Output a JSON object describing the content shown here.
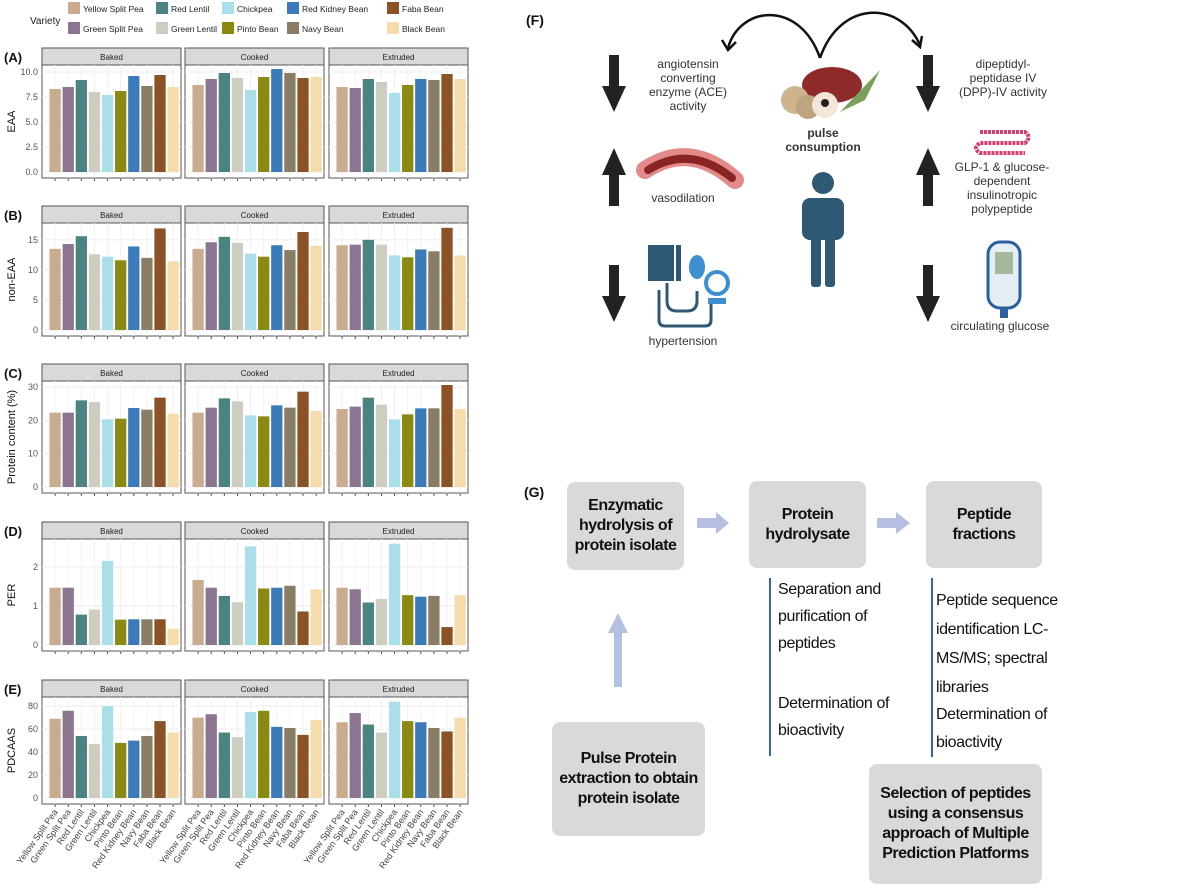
{
  "legend": {
    "title": "Variety",
    "varieties": [
      "Yellow Split Pea",
      "Green Split Pea",
      "Red Lentil",
      "Green Lentil",
      "Chickpea",
      "Pinto Bean",
      "Red Kidney Bean",
      "Navy Bean",
      "Faba Bean",
      "Black Bean"
    ],
    "colors": [
      "#c9ab8e",
      "#8b7590",
      "#4b8282",
      "#cfcdc2",
      "#a9dfe8",
      "#8a8a12",
      "#3b7bba",
      "#8a7d66",
      "#8b5226",
      "#f6dcab"
    ]
  },
  "chart_data": [
    {
      "panel": "(A)",
      "type": "bar",
      "ylabel": "EAA",
      "facets": [
        "Baked",
        "Cooked",
        "Extruded"
      ],
      "yticks": [
        "0.0",
        "2.5",
        "5.0",
        "7.5",
        "10.0"
      ],
      "ytick_values": [
        0,
        2.5,
        5,
        7.5,
        10
      ],
      "ylim": [
        0,
        10.7
      ],
      "grid": true,
      "series": [
        [
          8.3,
          8.5,
          9.2,
          8.0,
          7.7,
          8.1,
          9.6,
          8.6,
          9.7,
          8.5
        ],
        [
          8.7,
          9.3,
          9.9,
          9.4,
          8.2,
          9.5,
          10.3,
          9.9,
          9.4,
          9.5
        ],
        [
          8.5,
          8.4,
          9.3,
          9.0,
          7.9,
          8.7,
          9.3,
          9.2,
          9.8,
          9.3
        ]
      ]
    },
    {
      "panel": "(B)",
      "type": "bar",
      "ylabel": "non-EAA",
      "facets": [
        "Baked",
        "Cooked",
        "Extruded"
      ],
      "yticks": [
        "0",
        "5",
        "10",
        "15"
      ],
      "ytick_values": [
        0,
        5,
        10,
        15
      ],
      "ylim": [
        0,
        17.8
      ],
      "grid": true,
      "series": [
        [
          13.5,
          14.3,
          15.6,
          12.6,
          12.2,
          11.6,
          13.9,
          12.0,
          16.9,
          11.4
        ],
        [
          13.5,
          14.6,
          15.5,
          14.5,
          12.7,
          12.2,
          14.1,
          13.3,
          16.3,
          14.0
        ],
        [
          14.1,
          14.2,
          15.0,
          14.2,
          12.4,
          12.1,
          13.4,
          13.1,
          17.0,
          12.4
        ]
      ]
    },
    {
      "panel": "(C)",
      "type": "bar",
      "ylabel": "Protein content (%)",
      "facets": [
        "Baked",
        "Cooked",
        "Extruded"
      ],
      "yticks": [
        "0",
        "10",
        "20",
        "30"
      ],
      "ytick_values": [
        0,
        10,
        20,
        30
      ],
      "ylim": [
        0,
        31.8
      ],
      "grid": true,
      "series": [
        [
          22.3,
          22.3,
          26.0,
          25.5,
          20.3,
          20.5,
          23.7,
          23.2,
          26.8,
          22.0
        ],
        [
          22.3,
          23.8,
          26.6,
          25.7,
          21.5,
          21.2,
          24.5,
          23.8,
          28.6,
          22.8
        ],
        [
          23.4,
          24.1,
          26.8,
          24.7,
          20.3,
          21.8,
          23.6,
          23.6,
          30.6,
          23.4
        ]
      ]
    },
    {
      "panel": "(D)",
      "type": "bar",
      "ylabel": "PER",
      "facets": [
        "Baked",
        "Cooked",
        "Extruded"
      ],
      "yticks": [
        "0",
        "1",
        "2"
      ],
      "ytick_values": [
        0,
        1,
        2
      ],
      "ylim": [
        0,
        2.72
      ],
      "grid": true,
      "series": [
        [
          1.47,
          1.47,
          0.78,
          0.91,
          2.16,
          0.65,
          0.66,
          0.66,
          0.66,
          0.42
        ],
        [
          1.67,
          1.47,
          1.26,
          1.1,
          2.53,
          1.45,
          1.47,
          1.52,
          0.86,
          1.43
        ],
        [
          1.47,
          1.43,
          1.09,
          1.18,
          2.6,
          1.28,
          1.24,
          1.26,
          0.46,
          1.28
        ]
      ]
    },
    {
      "panel": "(E)",
      "type": "bar",
      "ylabel": "PDCAAS",
      "facets": [
        "Baked",
        "Cooked",
        "Extruded"
      ],
      "yticks": [
        "0",
        "20",
        "40",
        "60",
        "80"
      ],
      "ytick_values": [
        0,
        20,
        40,
        60,
        80
      ],
      "ylim": [
        0,
        88
      ],
      "grid": true,
      "series": [
        [
          69,
          76,
          54,
          47,
          80,
          48,
          50,
          54,
          67,
          57
        ],
        [
          70,
          73,
          57,
          53,
          75,
          76,
          62,
          61,
          55,
          68
        ],
        [
          66,
          74,
          64,
          57,
          84,
          67,
          66,
          61,
          58,
          70
        ]
      ]
    }
  ],
  "panel_f": {
    "label": "(F)",
    "center": "pulse consumption",
    "ace": "angiotensin converting enzyme (ACE) activity",
    "dpp": "dipeptidyl-peptidase IV (DPP)-IV activity",
    "vasodilation": "vasodilation",
    "glp": "GLP-1 & glucose-dependent insulinotropic polypeptide",
    "hypertension": "hypertension",
    "glucose": "circulating glucose",
    "icons": [
      "arrow-down-icon",
      "arrow-up-icon",
      "pulses-icon",
      "person-icon",
      "blood-vessel-icon",
      "peptide-chain-icon",
      "blood-pressure-monitor-icon",
      "glucometer-icon"
    ],
    "accent": "#2f5874"
  },
  "panel_g": {
    "label": "(G)",
    "step1": "Enzymatic hydrolysis of protein isolate",
    "step2": "Protein hydrolysate",
    "step3": "Peptide fractions",
    "start": "Pulse Protein extraction to obtain protein isolate",
    "final": "Selection of peptides using a consensus approach of Multiple Prediction Platforms",
    "note2a": "Separation and purification of peptides",
    "note2b": "Determination of bioactivity",
    "note3a": "Peptide sequence identification LC-MS/MS; spectral libraries",
    "note3b": "Determination of bioactivity"
  }
}
